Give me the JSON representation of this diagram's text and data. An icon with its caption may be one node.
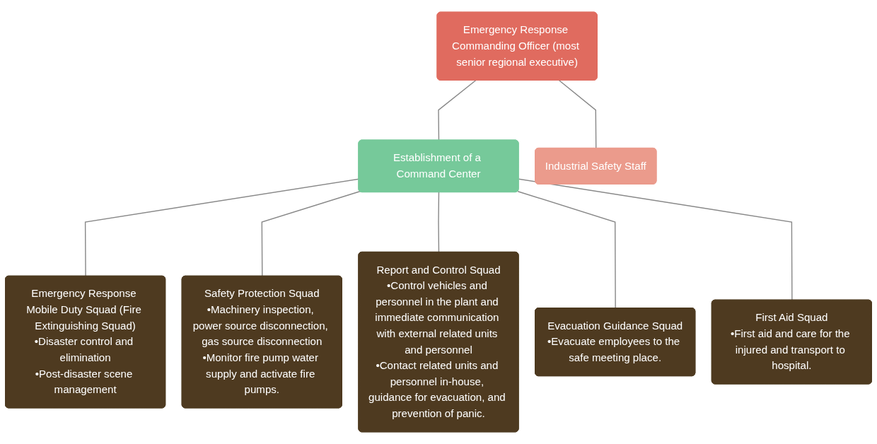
{
  "diagram": {
    "nodes": [
      {
        "text": [
          "Emergency Response Commanding Officer (most senior regional executive)"
        ]
      },
      {
        "text": [
          "Industrial Safety Staff"
        ]
      },
      {
        "text": [
          "Establishment of a Command Center"
        ]
      },
      {
        "text": [
          "Emergency Response Mobile Duty Squad (Fire Extinguishing Squad)",
          "•Disaster control and elimination",
          "•Post-disaster scene management"
        ]
      },
      {
        "text": [
          "Safety Protection Squad",
          "•Machinery inspection, power source disconnection, gas source disconnection",
          "•Monitor fire pump water supply and activate fire pumps."
        ]
      },
      {
        "text": [
          "Report and Control Squad",
          "•Control vehicles and personnel in the plant and immediate communication with external related units and personnel",
          "•Contact related units and personnel in-house, guidance for evacuation, and prevention of panic."
        ]
      },
      {
        "text": [
          "Evacuation Guidance Squad",
          "•Evacuate employees to the safe meeting place."
        ]
      },
      {
        "text": [
          "First Aid Squad",
          "•First aid and care for the injured and transport to hospital."
        ]
      }
    ],
    "edges": [
      {
        "from": 0,
        "to": 1,
        "arrow": "none"
      },
      {
        "from": 0,
        "to": 2,
        "arrow": "none"
      },
      {
        "from": 2,
        "to": 3,
        "arrow": "none"
      },
      {
        "from": 2,
        "to": 4,
        "arrow": "none"
      },
      {
        "from": 2,
        "to": 5,
        "arrow": "none"
      },
      {
        "from": 2,
        "to": 6,
        "arrow": "none"
      },
      {
        "from": 2,
        "to": 7,
        "arrow": "none"
      }
    ]
  }
}
